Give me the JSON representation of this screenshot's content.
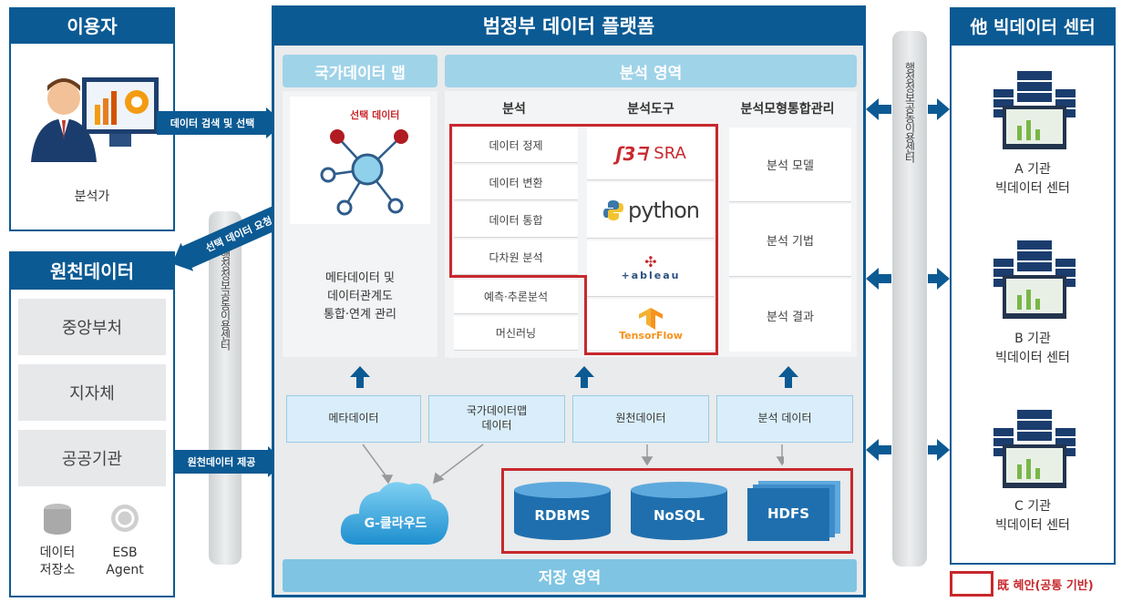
{
  "user_panel": {
    "title": "이용자",
    "caption": "분석가"
  },
  "source_panel": {
    "title": "원천데이터",
    "items": [
      "중앙부처",
      "지자체",
      "공공기관"
    ],
    "store_label_1": "데이터",
    "store_label_2": "저장소",
    "esb_label_1": "ESB",
    "esb_label_2": "Agent"
  },
  "platform": {
    "title": "범정부 데이터 플랫폼",
    "storage_label": "저장 영역"
  },
  "arrows": {
    "search": "데이터 검색 및 선택",
    "request": "선택 데이터 요청",
    "provide": "원천데이터 제공"
  },
  "pillar_text": "행정정보공동이용센터",
  "national_map": {
    "title": "국가데이터 맵",
    "selected": "선택 데이터",
    "desc": [
      "메타데이터 및",
      "데이터관계도",
      "통합·연계 관리"
    ]
  },
  "analysis": {
    "title": "분석 영역",
    "col_analysis": "분석",
    "col_tools": "분석도구",
    "col_models": "분석모형통합관리",
    "analysis_items": [
      "데이터 정제",
      "데이터 변환",
      "데이터 통합",
      "다차원 분석",
      "예측·추론분석",
      "머신러닝"
    ],
    "tools": [
      "SRA",
      "python",
      "+ableau",
      "TensorFlow"
    ],
    "models": [
      "분석 모델",
      "분석 기법",
      "분석 결과"
    ]
  },
  "data_sources": [
    "메타데이터",
    "국가데이터맵 데이터",
    "원천데이터",
    "분석 데이터"
  ],
  "storage": {
    "cloud": "G-클라우드",
    "dbs": [
      "RDBMS",
      "NoSQL",
      "HDFS"
    ]
  },
  "other_centers": {
    "title": "他 빅데이터 센터",
    "centers": [
      {
        "name": "A 기관",
        "sub": "빅데이터 센터"
      },
      {
        "name": "B 기관",
        "sub": "빅데이터 센터"
      },
      {
        "name": "C 기관",
        "sub": "빅데이터 센터"
      }
    ]
  },
  "legend": "既 혜안(공통 기반)",
  "colors": {
    "brand": "#0b5a93",
    "accent_light": "#9fd3e8",
    "highlight": "#c8282d"
  }
}
